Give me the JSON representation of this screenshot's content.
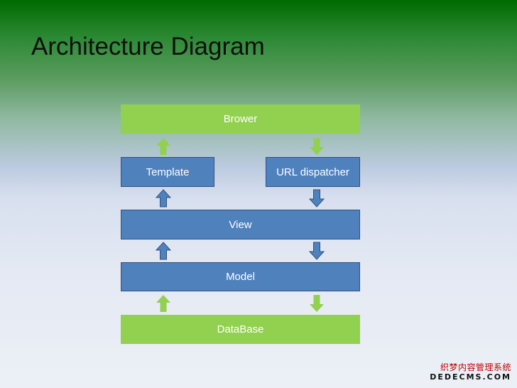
{
  "slide": {
    "title": "Architecture Diagram"
  },
  "diagram": {
    "nodes": {
      "browser": "Brower",
      "template": "Template",
      "url_dispatcher": "URL dispatcher",
      "view": "View",
      "model": "Model",
      "database": "DataBase"
    },
    "colors": {
      "green": "#92d050",
      "blue": "#4f81bd",
      "blue_border": "#2f5181",
      "arrow_green": "#92d050",
      "arrow_blue": "#4f81bd"
    },
    "flow": [
      {
        "from": "database",
        "to": "model",
        "arrow_icon": "arrow-up-icon"
      },
      {
        "from": "model",
        "to": "view",
        "arrow_icon": "arrow-up-icon"
      },
      {
        "from": "view",
        "to": "template",
        "arrow_icon": "arrow-up-icon"
      },
      {
        "from": "template",
        "to": "browser",
        "arrow_icon": "arrow-up-icon"
      },
      {
        "from": "browser",
        "to": "url_dispatcher",
        "arrow_icon": "arrow-down-icon"
      },
      {
        "from": "url_dispatcher",
        "to": "view",
        "arrow_icon": "arrow-down-icon"
      },
      {
        "from": "view",
        "to": "model",
        "arrow_icon": "arrow-down-icon"
      },
      {
        "from": "model",
        "to": "database",
        "arrow_icon": "arrow-down-icon"
      }
    ]
  },
  "watermark": {
    "line1": "织梦内容管理系统",
    "line2": "DEDECMS.COM"
  }
}
